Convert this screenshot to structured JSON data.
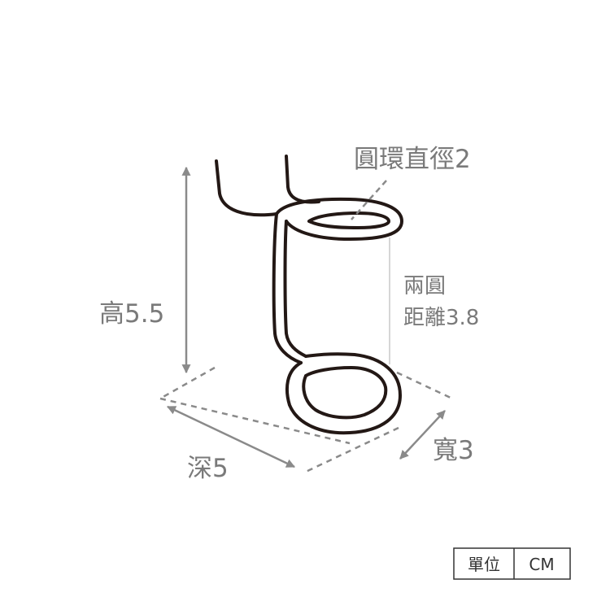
{
  "labels": {
    "ring_diameter": "圓環直徑2",
    "height": "高5.5",
    "ring_distance_line1": "兩圓",
    "ring_distance_line2": "距離3.8",
    "depth": "深5",
    "width": "寬3"
  },
  "unit_box": {
    "label": "單位",
    "value": "CM"
  },
  "colors": {
    "wire": "#231815",
    "dimension": "#8a8a8a",
    "text": "#7a7a7a",
    "box": "#333333"
  }
}
